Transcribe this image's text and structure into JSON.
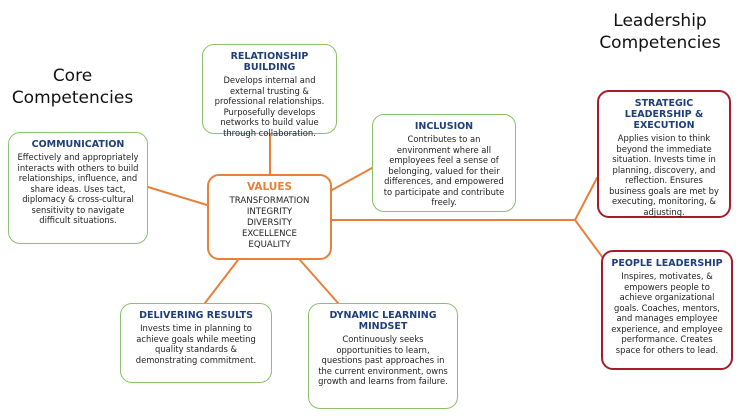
{
  "colors": {
    "connector": "#e8803a",
    "title_text": "#1f3e79",
    "core_border": "#8cc06b",
    "leadership_border": "#a51d2d",
    "values_title": "#e8803a"
  },
  "headings": {
    "core": [
      "Core",
      "Competencies"
    ],
    "leadership": [
      "Leadership",
      "Competencies"
    ]
  },
  "values": {
    "title": "VALUES",
    "items": [
      "TRANSFORMATION",
      "INTEGRITY",
      "DIVERSITY",
      "EXCELLENCE",
      "EQUALITY"
    ]
  },
  "core_competencies": [
    {
      "title": "RELATIONSHIP BUILDING",
      "description": "Develops internal and external trusting & professional relationships. Purposefully develops networks to build value through collaboration."
    },
    {
      "title": "COMMUNICATION",
      "description": "Effectively and appropriately interacts with others to build relationships, influence, and share ideas. Uses tact, diplomacy & cross-cultural sensitivity to navigate difficult situations."
    },
    {
      "title": "INCLUSION",
      "description": "Contributes to an environment where all employees feel a sense of belonging, valued for their differences, and empowered to participate and contribute freely."
    },
    {
      "title": "DELIVERING RESULTS",
      "description": "Invests time in planning to achieve goals while meeting quality standards & demonstrating commitment."
    },
    {
      "title": "DYNAMIC LEARNING MINDSET",
      "description": "Continuously seeks opportunities to learn, questions past approaches in the current environment, owns growth and learns from failure."
    }
  ],
  "leadership_competencies": [
    {
      "title": "STRATEGIC LEADERSHIP & EXECUTION",
      "description": "Applies vision to think beyond the immediate situation. Invests time in planning, discovery, and reflection. Ensures business goals are met by executing, monitoring, & adjusting."
    },
    {
      "title": "PEOPLE LEADERSHIP",
      "description": "Inspires, motivates, & empowers people to achieve organizational goals. Coaches, mentors, and manages employee experience, and employee performance. Creates space for others to lead."
    }
  ]
}
